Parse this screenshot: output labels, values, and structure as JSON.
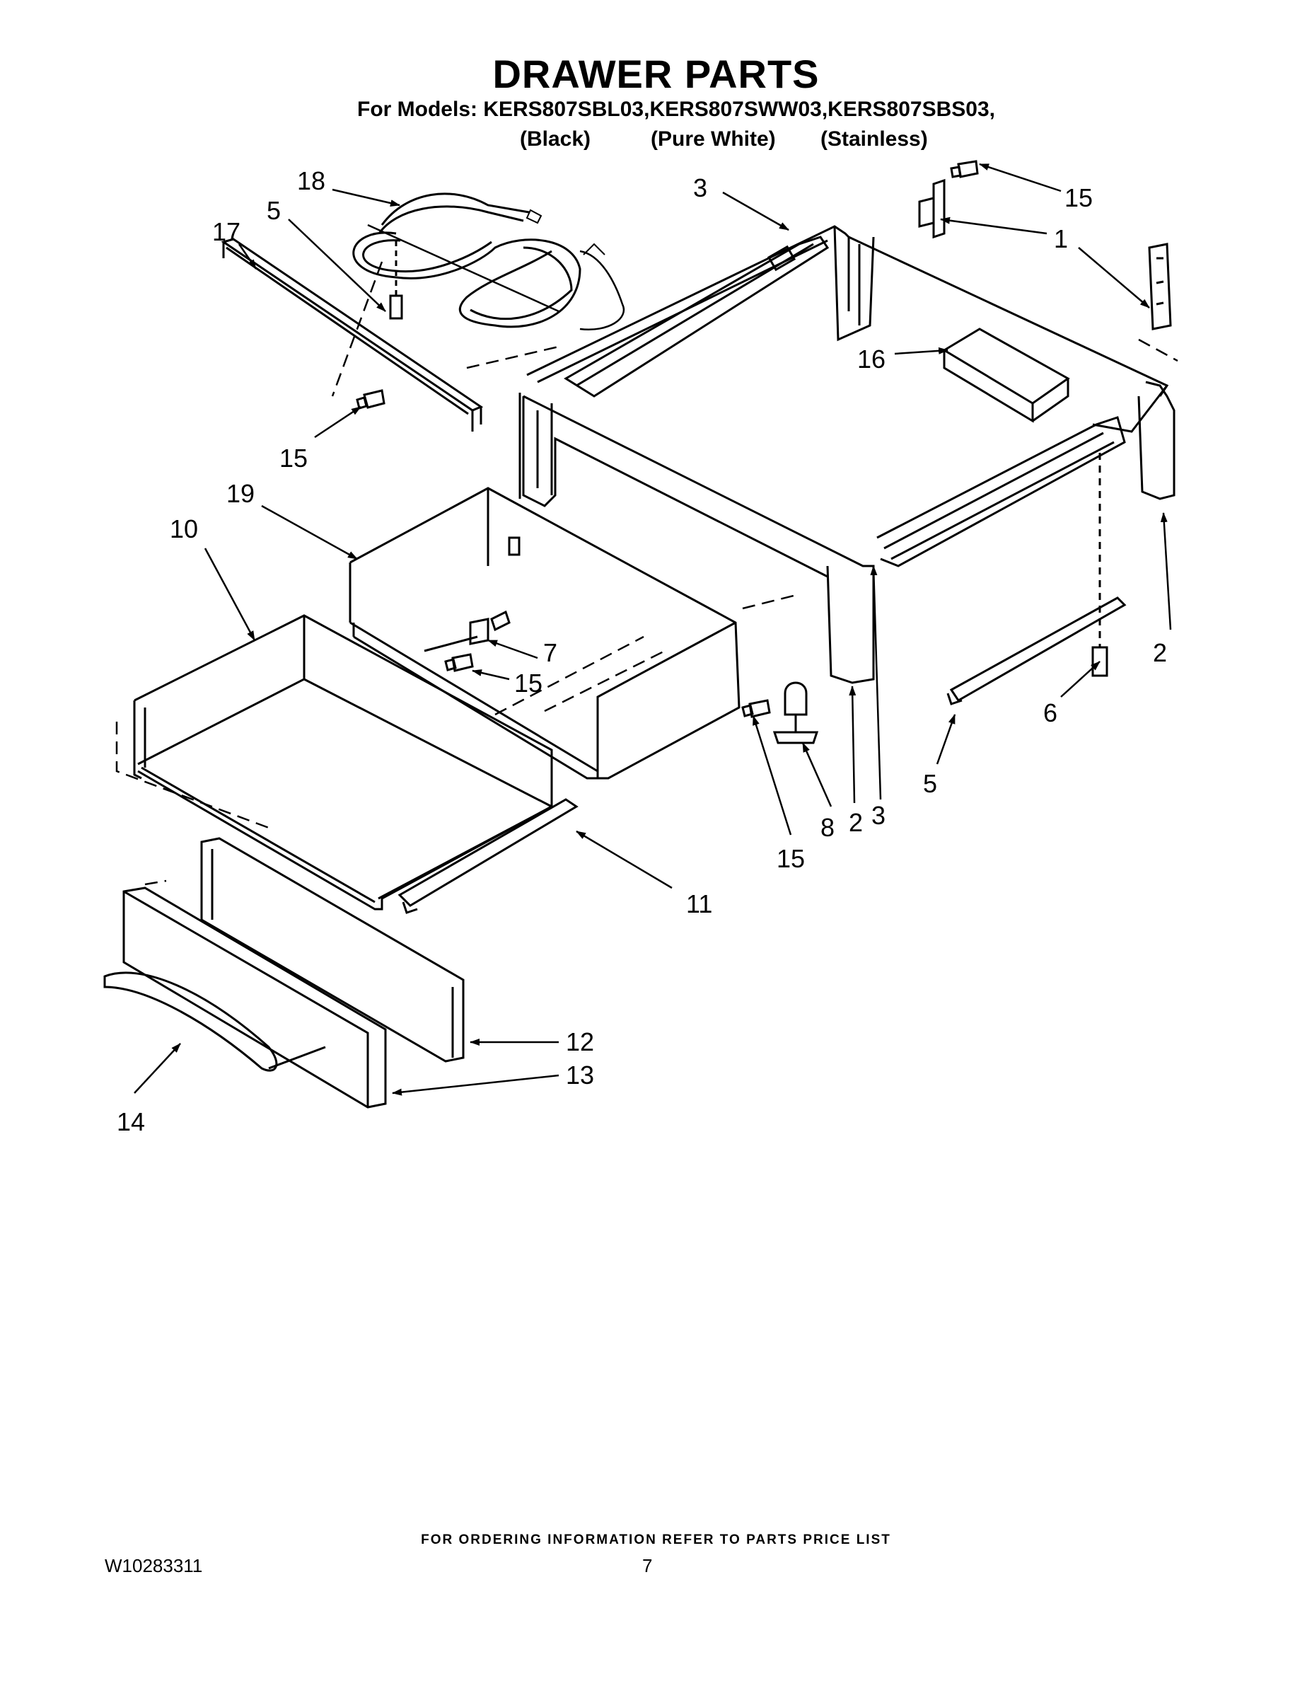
{
  "header": {
    "title": "DRAWER PARTS",
    "models_line": "For Models: KERS807SBL03,KERS807SWW03,KERS807SBS03,",
    "variants": [
      "(Black)",
      "(Pure White)",
      "(Stainless)"
    ]
  },
  "callouts": [
    "18",
    "5",
    "17",
    "15",
    "3",
    "15",
    "1",
    "16",
    "19",
    "10",
    "7",
    "15",
    "2",
    "6",
    "5",
    "15",
    "8",
    "2",
    "3",
    "11",
    "12",
    "13",
    "14"
  ],
  "footer": {
    "ordering_note": "FOR ORDERING INFORMATION REFER TO PARTS PRICE LIST",
    "document_number": "W10283311",
    "page_number": "7"
  }
}
